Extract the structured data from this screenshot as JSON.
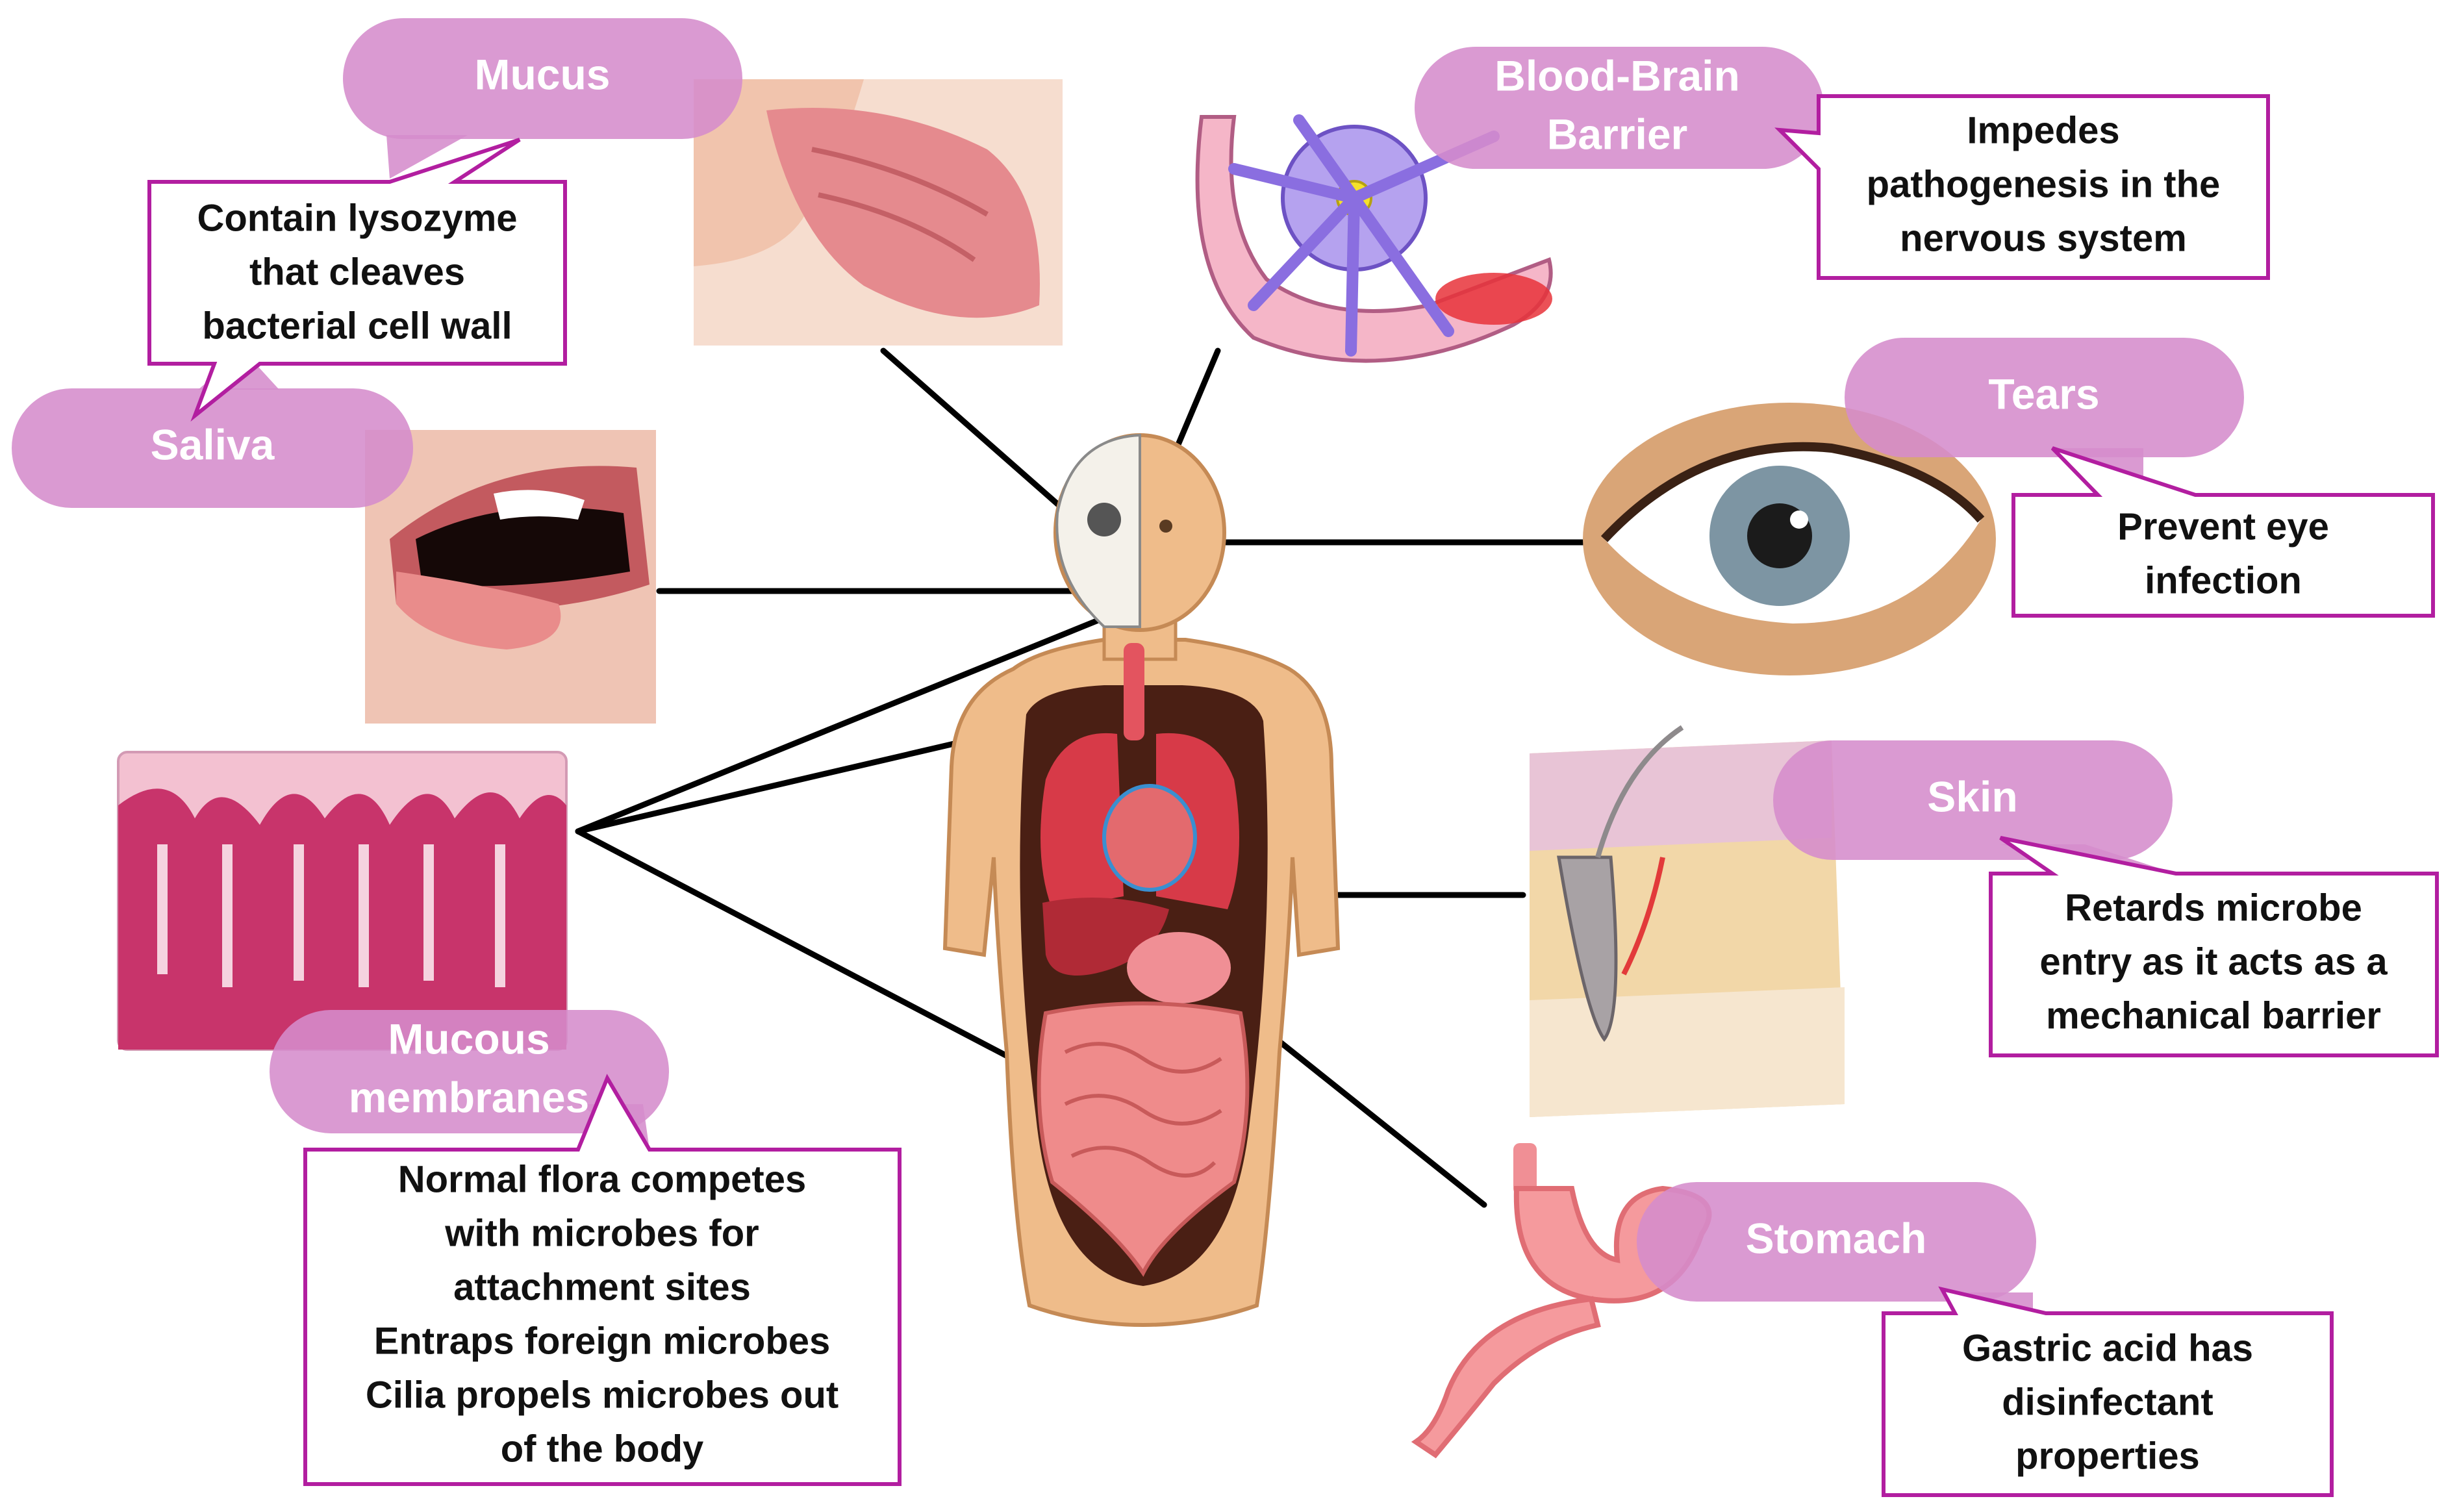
{
  "colors": {
    "label_fill": "#d58ccc",
    "note_border": "#b21ea0",
    "connector": "#000000",
    "skin_tone": "#efbc8a"
  },
  "icons": {
    "nose": "nose-cross-section-icon",
    "bbb": "astrocyte-blood-vessel-icon",
    "mouth": "open-mouth-icon",
    "eye": "eye-icon",
    "mucosa": "mucosa-histology-icon",
    "skin": "skin-layers-block-icon",
    "stomach": "stomach-icon",
    "body": "human-anatomy-icon"
  },
  "labels": {
    "mucus": "Mucus",
    "bbb_line1": "Blood-Brain",
    "bbb_line2": "Barrier",
    "saliva": "Saliva",
    "tears": "Tears",
    "skin": "Skin",
    "mucous_line1": "Mucous",
    "mucous_line2": "membranes",
    "stomach": "Stomach"
  },
  "notes": {
    "mucus": [
      "Contain lysozyme",
      "that cleaves",
      "bacterial cell wall"
    ],
    "bbb": [
      "Impedes",
      "pathogenesis  in the",
      "nervous system"
    ],
    "tears": [
      "Prevent eye",
      "infection"
    ],
    "skin": [
      "Retards microbe",
      "entry as it acts as a",
      "mechanical barrier"
    ],
    "mucous": [
      "Normal flora competes",
      "with microbes for",
      "attachment sites",
      "Entraps foreign microbes",
      "Cilia propels microbes out",
      "of the body"
    ],
    "stomach": [
      "Gastric acid has",
      "disinfectant",
      "properties"
    ]
  }
}
